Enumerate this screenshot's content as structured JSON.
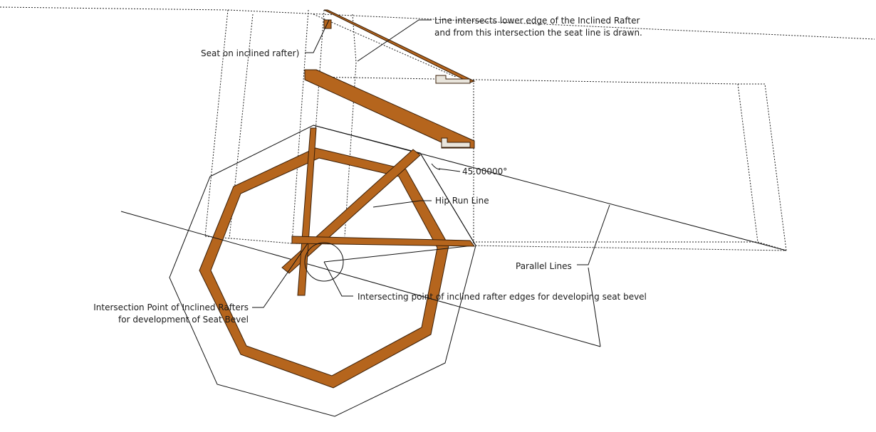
{
  "labels": {
    "intersects_line1": "Line intersects lower edge of the Inclined Rafter",
    "intersects_line2": "and from this intersection the seat line is drawn.",
    "seat_on_rafter": "Seat on inclined rafter)",
    "angle": "45.00000°",
    "hip_run_line": "Hip Run Line",
    "parallel_lines": "Parallel Lines",
    "intersection_point_line1": "Intersection Point of Inclined Rafters",
    "intersection_point_line2": "for development of Seat Bevel",
    "intersecting_point_edges": "Intersecting point of inclined rafter edges for developing seat bevel"
  },
  "colors": {
    "wood": "#b5651d",
    "wood_edge": "#3a1f08",
    "line": "#111111"
  }
}
